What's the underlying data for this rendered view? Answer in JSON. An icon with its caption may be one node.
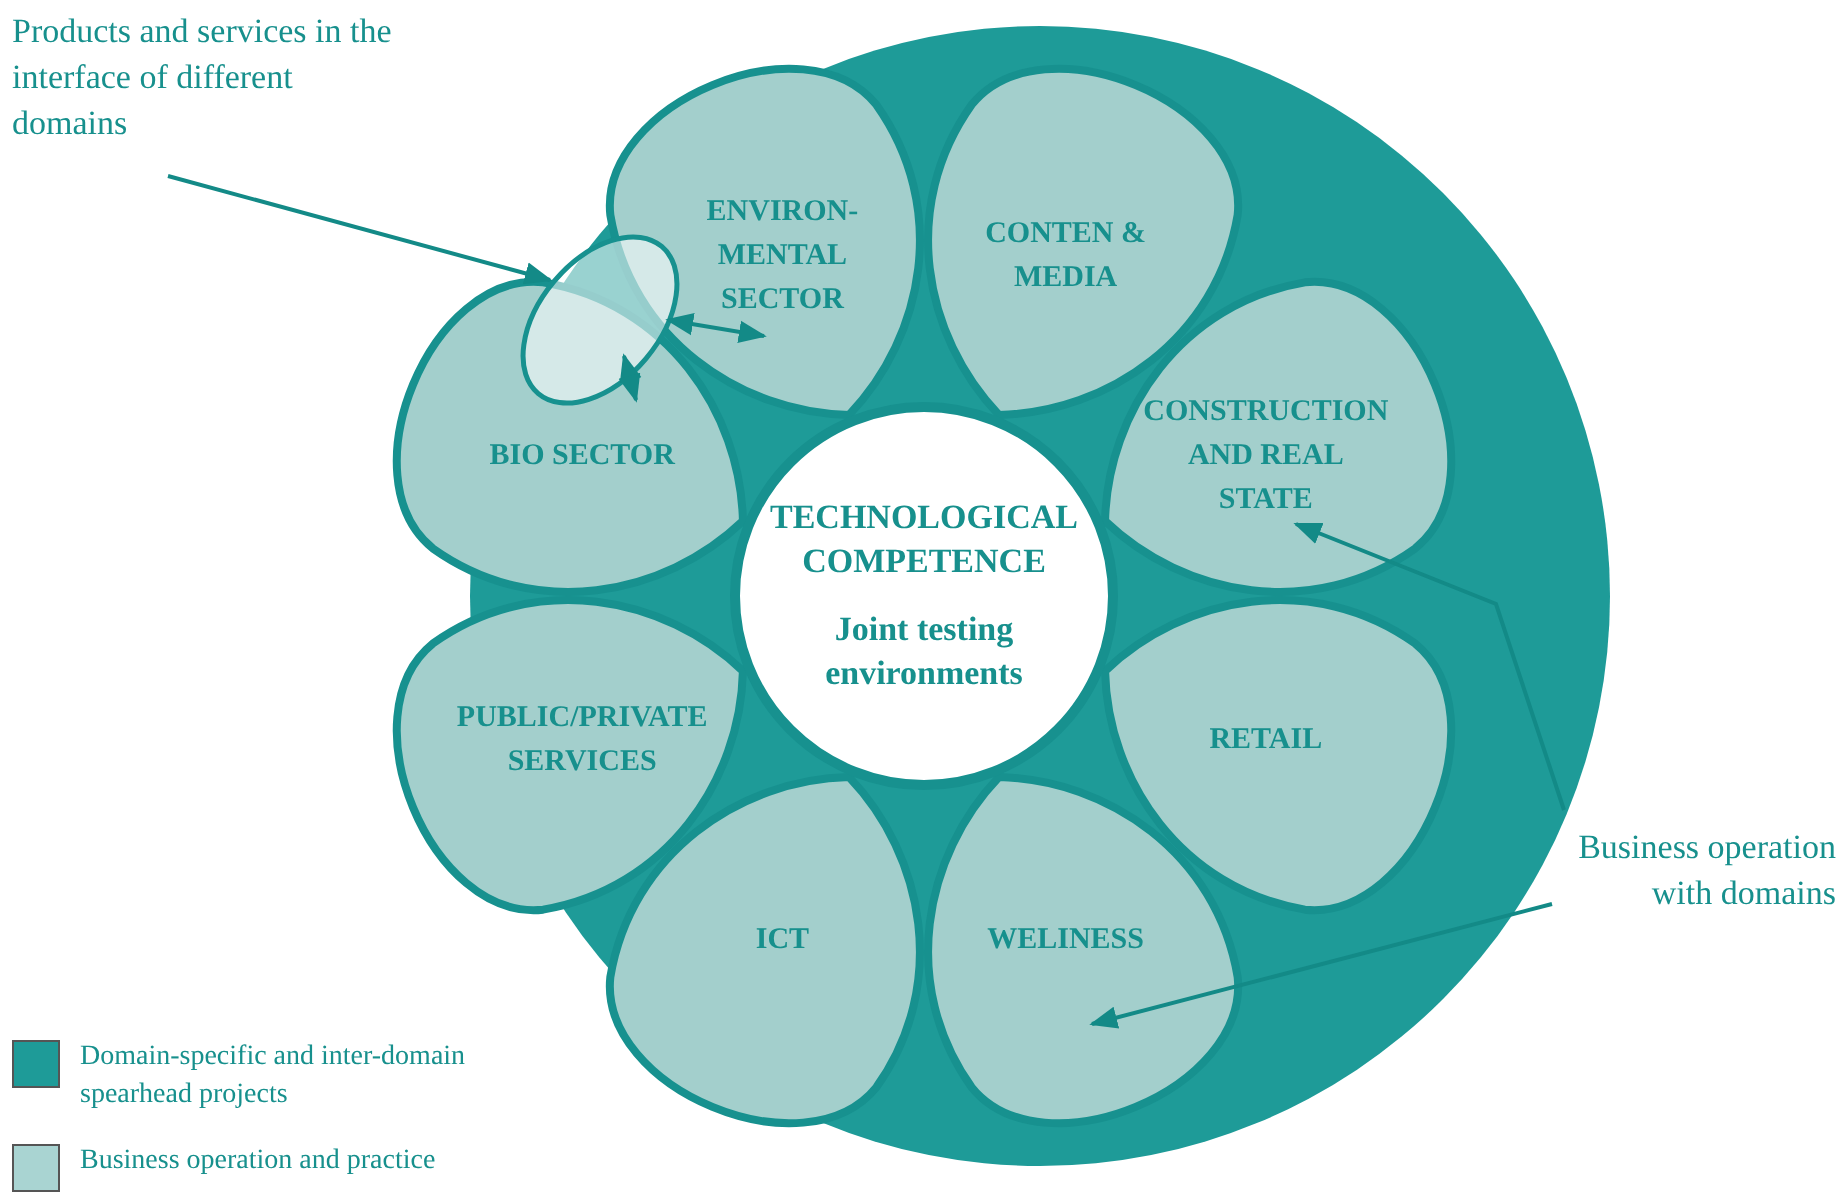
{
  "diagram": {
    "nodes": [
      {
        "text": [
          "TECHNOLOGICAL COMPETENCE",
          "Joint testing environments"
        ]
      },
      {
        "text": [
          "ENVIRON- MENTAL SECTOR"
        ]
      },
      {
        "text": [
          "CONTEN & MEDIA"
        ]
      },
      {
        "text": [
          "CONSTRUCTION AND REAL STATE"
        ]
      },
      {
        "text": [
          "RETAIL"
        ]
      },
      {
        "text": [
          "WELINESS"
        ]
      },
      {
        "text": [
          "ICT"
        ]
      },
      {
        "text": [
          "PUBLIC/PRIVATE SERVICES"
        ]
      },
      {
        "text": [
          "BIO SECTOR"
        ]
      },
      {
        "text": [],
        "shape": "ellipse"
      },
      {
        "text": [
          "Products and services in the interface of different domains"
        ]
      },
      {
        "text": [
          "Business operation with domains"
        ]
      }
    ],
    "edges": [
      {
        "from": 10,
        "to": 9,
        "arrow": "to"
      },
      {
        "from": 9,
        "to": 1,
        "arrow": "both"
      },
      {
        "from": 9,
        "to": 8,
        "arrow": "both"
      },
      {
        "from": 11,
        "to": 3,
        "arrow": "to"
      },
      {
        "from": 11,
        "to": 5,
        "arrow": "to"
      }
    ],
    "legend": [
      {
        "text": "Domain-specific and inter-domain spearhead projects",
        "color": "#1e9b98"
      },
      {
        "text": "Business operation and practice",
        "color": "#a9d4d2"
      }
    ]
  }
}
